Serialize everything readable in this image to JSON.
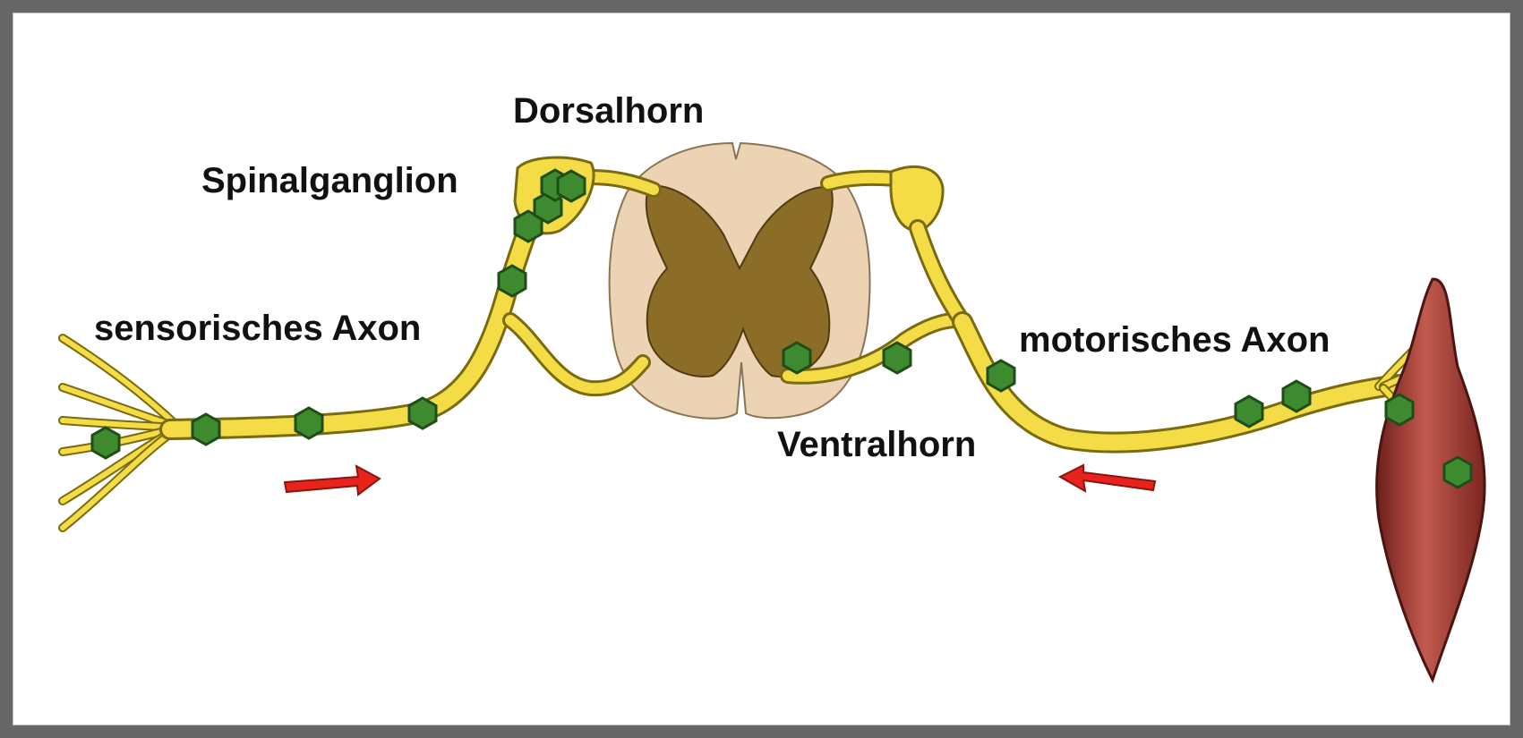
{
  "labels": {
    "dorsal_horn": "Dorsalhorn",
    "spinal_ganglion": "Spinalganglion",
    "sensory_axon": "sensorisches Axon",
    "motor_axon": "motorisches Axon",
    "ventral_horn": "Ventralhorn"
  },
  "colors": {
    "frame": "#666666",
    "nerve_fill": "#f3dc45",
    "nerve_outline": "#7a6a10",
    "hexagon_fill": "#3d8a2f",
    "hexagon_outline": "#1f4d18",
    "white_matter": "#ecd3b4",
    "gray_matter": "#8c6d28",
    "muscle": "#a8403a",
    "arrow": "#e8231b"
  },
  "icons": {
    "hexagon": "hexagon-icon",
    "arrow": "red-arrow-icon"
  }
}
